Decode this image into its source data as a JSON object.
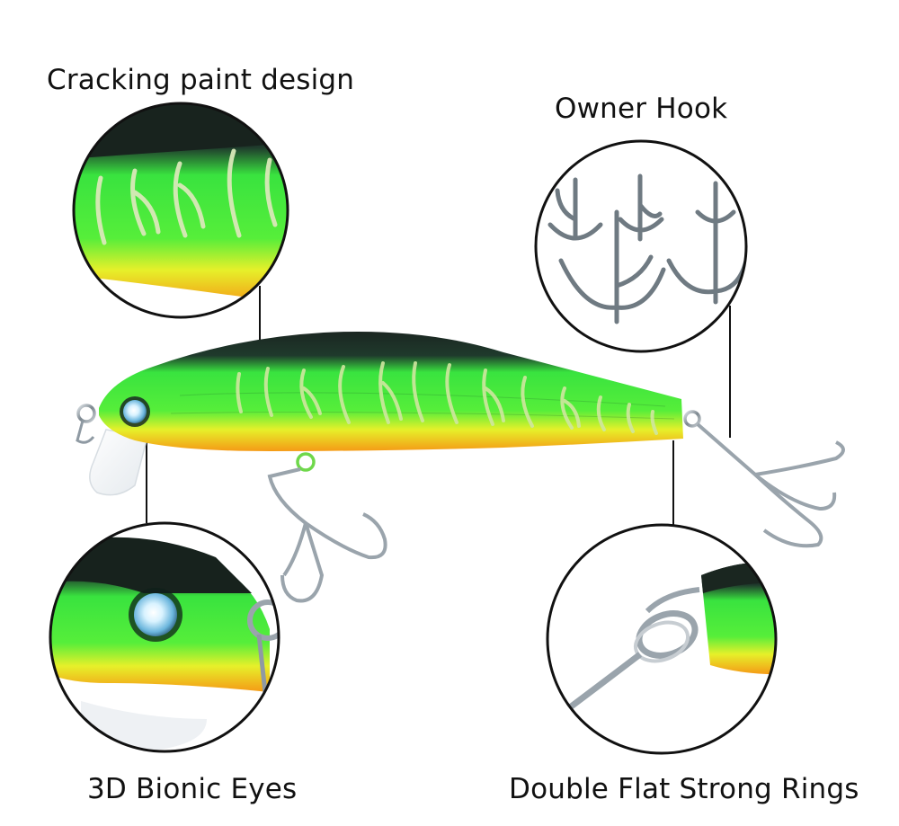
{
  "captions": {
    "paint": "Cracking paint design",
    "hook": "Owner Hook",
    "eyes": "3D Bionic Eyes",
    "rings": "Double Flat Strong Rings"
  },
  "colors": {
    "background": "#ffffff",
    "lure_back": "#1e2a25",
    "lure_green": "#3bea3c",
    "lure_yellow": "#e6f02a",
    "lure_orange": "#f59a16",
    "hook_metal": "#8f9aa3",
    "outline": "#111111"
  }
}
